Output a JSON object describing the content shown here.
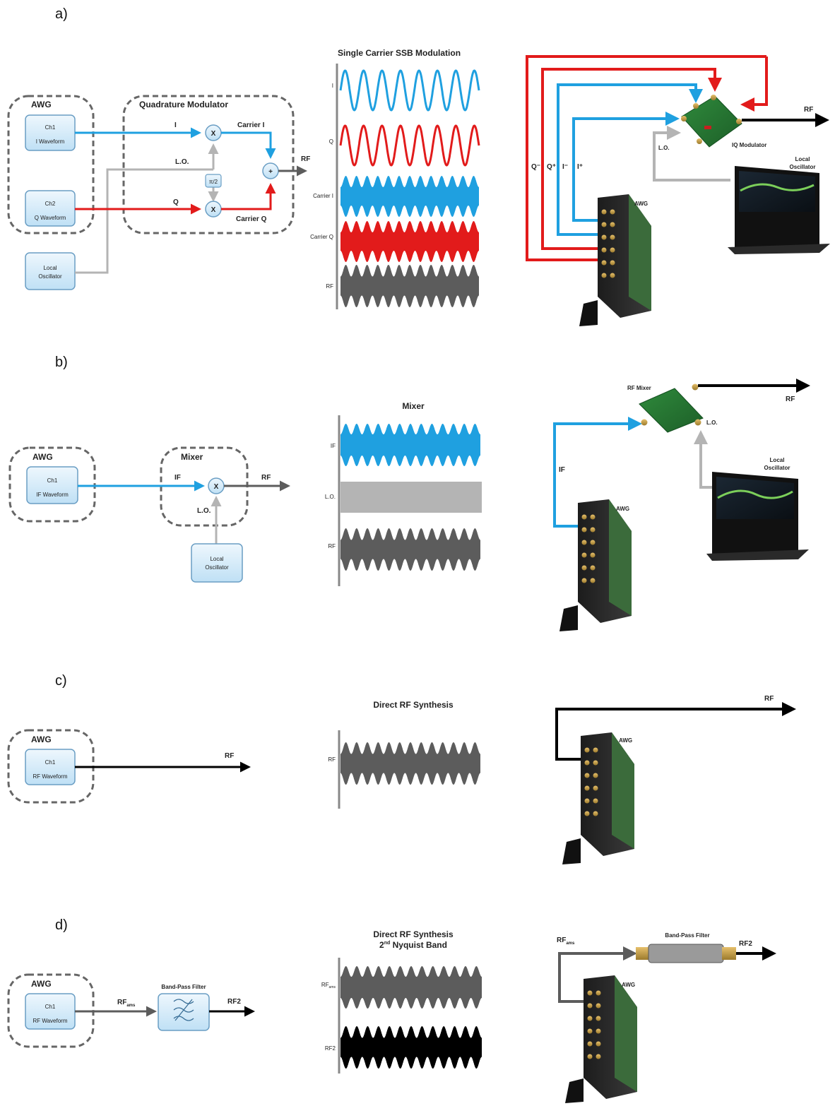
{
  "colors": {
    "i_blue": "#1fa0e0",
    "q_red": "#e21b1b",
    "lo_gray": "#b4b4b4",
    "rf_gray": "#5c5c5c",
    "rf_black": "#000000",
    "box_fill": "#d8ecf8",
    "box_stroke": "#6a9ec4",
    "dash_gray": "#666666"
  },
  "panel_a": {
    "letter": "a)",
    "awg_title": "AWG",
    "ch1_line1": "Ch1",
    "ch1_line2": "I Waveform",
    "ch2_line1": "Ch2",
    "ch2_line2": "Q Waveform",
    "lo_line1": "Local",
    "lo_line2": "Oscillator",
    "qm_title": "Quadrature Modulator",
    "i_label": "I",
    "q_label": "Q",
    "lo_label": "L.O.",
    "phase_label": "π/2",
    "mult_symbol": "X",
    "sum_symbol": "+",
    "carrier_i_label": "Carrier I",
    "carrier_q_label": "Carrier Q",
    "rf_label": "RF",
    "waves_title": "Single Carrier SSB Modulation",
    "wave_labels": [
      "I",
      "Q",
      "Carrier I",
      "Carrier Q",
      "RF"
    ],
    "hw_rf": "RF",
    "hw_iq_mod": "IQ Modulator",
    "hw_lo": "L.O.",
    "hw_local_osc_1": "Local",
    "hw_local_osc_2": "Oscillator",
    "hw_awg": "AWG",
    "hw_q_minus": "Q⁻",
    "hw_q_plus": "Q⁺",
    "hw_i_minus": "I⁻",
    "hw_i_plus": "I⁺"
  },
  "panel_b": {
    "letter": "b)",
    "awg_title": "AWG",
    "ch1_line1": "Ch1",
    "ch1_line2": "IF Waveform",
    "mixer_title": "Mixer",
    "if_label": "IF",
    "lo_label": "L.O.",
    "rf_label": "RF",
    "mult_symbol": "X",
    "lo_line1": "Local",
    "lo_line2": "Oscillator",
    "waves_title": "Mixer",
    "wave_labels": [
      "IF",
      "L.O.",
      "RF"
    ],
    "hw_rf_mixer": "RF Mixer",
    "hw_rf": "RF",
    "hw_lo": "L.O.",
    "hw_if": "IF",
    "hw_awg": "AWG",
    "hw_local_osc_1": "Local",
    "hw_local_osc_2": "Oscillator"
  },
  "panel_c": {
    "letter": "c)",
    "awg_title": "AWG",
    "ch1_line1": "Ch1",
    "ch1_line2": "RF Waveform",
    "rf_label": "RF",
    "waves_title": "Direct RF Synthesis",
    "wave_labels": [
      "RF"
    ],
    "hw_rf": "RF",
    "hw_awg": "AWG"
  },
  "panel_d": {
    "letter": "d)",
    "awg_title": "AWG",
    "ch1_line1": "Ch1",
    "ch1_line2": "RF Waveform",
    "bpf_label": "Band-Pass Filter",
    "rf_ams_label": "RF",
    "rf_ams_sub": "ams",
    "rf2_label": "RF2",
    "waves_title_1": "Direct RF Synthesis",
    "waves_title_2": "2",
    "waves_title_sup": "nd",
    "waves_title_3": " Nyquist Band",
    "wave_label_1": "RF",
    "wave_label_1_sub": "ams",
    "wave_label_2": "RF2",
    "hw_bpf": "Band-Pass Filter",
    "hw_rf2": "RF2",
    "hw_rf_ams": "RF",
    "hw_rf_ams_sub": "ams",
    "hw_awg": "AWG"
  }
}
